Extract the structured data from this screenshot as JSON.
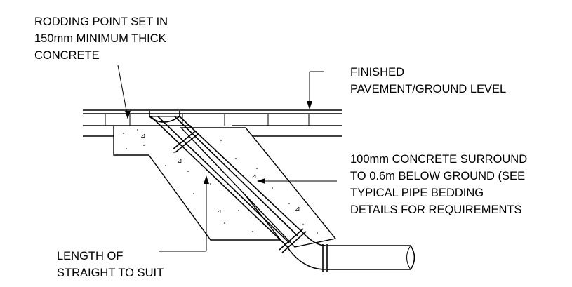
{
  "labels": {
    "rodding": [
      "RODDING POINT SET IN",
      "150mm MINIMUM THICK",
      "CONCRETE"
    ],
    "finished": [
      "FINISHED",
      "PAVEMENT/GROUND LEVEL"
    ],
    "surround": [
      "100mm CONCRETE SURROUND",
      "TO 0.6m BELOW GROUND (SEE",
      "TYPICAL PIPE BEDDING",
      "DETAILS FOR REQUIREMENTS"
    ],
    "length": [
      "LENGTH OF",
      "STRAIGHT TO SUIT"
    ]
  }
}
